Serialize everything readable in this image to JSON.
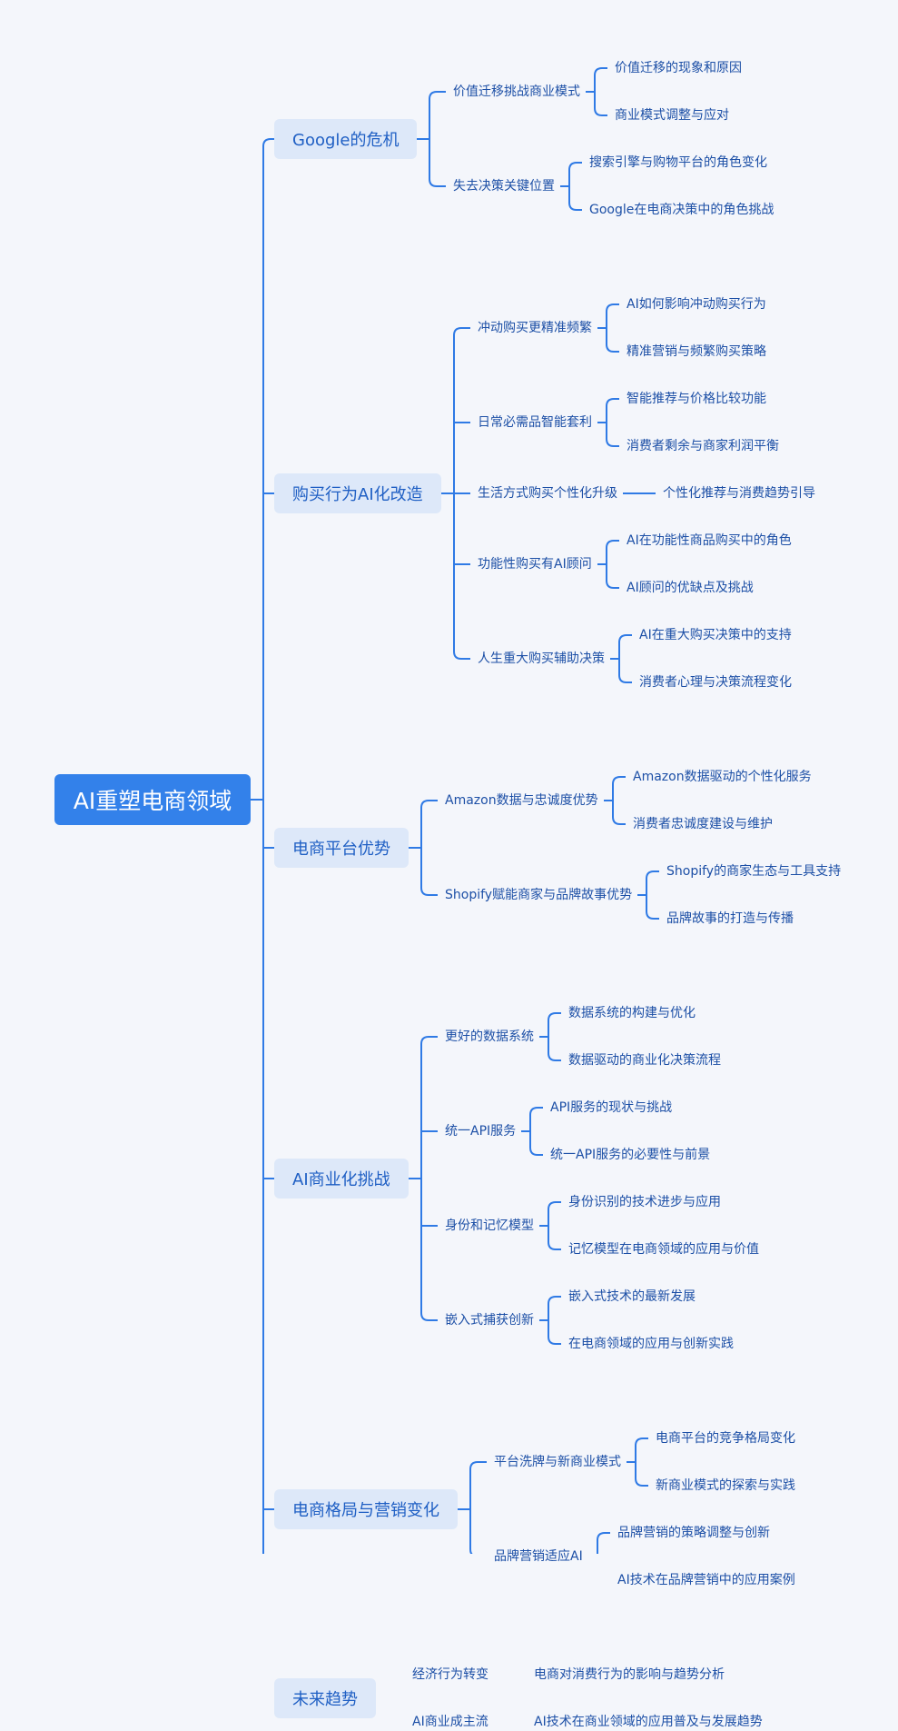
{
  "root": {
    "label": "AI重塑电商领域"
  },
  "sections": [
    {
      "label": "Google的危机",
      "children": [
        {
          "label": "价值迁移挑战商业模式",
          "children": [
            "价值迁移的现象和原因",
            "商业模式调整与应对"
          ]
        },
        {
          "label": "失去决策关键位置",
          "children": [
            "搜索引擎与购物平台的角色变化",
            "Google在电商决策中的角色挑战"
          ]
        }
      ]
    },
    {
      "label": "购买行为AI化改造",
      "children": [
        {
          "label": "冲动购买更精准频繁",
          "children": [
            "AI如何影响冲动购买行为",
            "精准营销与频繁购买策略"
          ]
        },
        {
          "label": "日常必需品智能套利",
          "children": [
            "智能推荐与价格比较功能",
            "消费者剩余与商家利润平衡"
          ]
        },
        {
          "label": "生活方式购买个性化升级",
          "children": [
            "个性化推荐与消费趋势引导"
          ]
        },
        {
          "label": "功能性购买有AI顾问",
          "children": [
            "AI在功能性商品购买中的角色",
            "AI顾问的优缺点及挑战"
          ]
        },
        {
          "label": "人生重大购买辅助决策",
          "children": [
            "AI在重大购买决策中的支持",
            "消费者心理与决策流程变化"
          ]
        }
      ]
    },
    {
      "label": "电商平台优势",
      "children": [
        {
          "label": "Amazon数据与忠诚度优势",
          "children": [
            "Amazon数据驱动的个性化服务",
            "消费者忠诚度建设与维护"
          ]
        },
        {
          "label": "Shopify赋能商家与品牌故事优势",
          "children": [
            "Shopify的商家生态与工具支持",
            "品牌故事的打造与传播"
          ]
        }
      ]
    },
    {
      "label": "AI商业化挑战",
      "children": [
        {
          "label": "更好的数据系统",
          "children": [
            "数据系统的构建与优化",
            "数据驱动的商业化决策流程"
          ]
        },
        {
          "label": "统一API服务",
          "children": [
            "API服务的现状与挑战",
            "统一API服务的必要性与前景"
          ]
        },
        {
          "label": "身份和记忆模型",
          "children": [
            "身份识别的技术进步与应用",
            "记忆模型在电商领域的应用与价值"
          ]
        },
        {
          "label": "嵌入式捕获创新",
          "children": [
            "嵌入式技术的最新发展",
            "在电商领域的应用与创新实践"
          ]
        }
      ]
    },
    {
      "label": "电商格局与营销变化",
      "children": [
        {
          "label": "平台洗牌与新商业模式",
          "children": [
            "电商平台的竞争格局变化",
            "新商业模式的探索与实践"
          ]
        },
        {
          "label": "品牌营销适应AI",
          "children": [
            "品牌营销的策略调整与创新",
            "AI技术在品牌营销中的应用案例"
          ]
        }
      ]
    },
    {
      "label": "未来趋势",
      "children": [
        {
          "label": "经济行为转变",
          "children": [
            "电商对消费行为的影响与趋势分析"
          ]
        },
        {
          "label": "AI商业成主流",
          "children": [
            "AI技术在商业领域的应用普及与发展趋势"
          ]
        }
      ]
    }
  ],
  "colors": {
    "line": "#2f7ae5",
    "root_bg": "#3381ea",
    "section_bg": "#dde8f9",
    "text": "#1c4fa6"
  }
}
